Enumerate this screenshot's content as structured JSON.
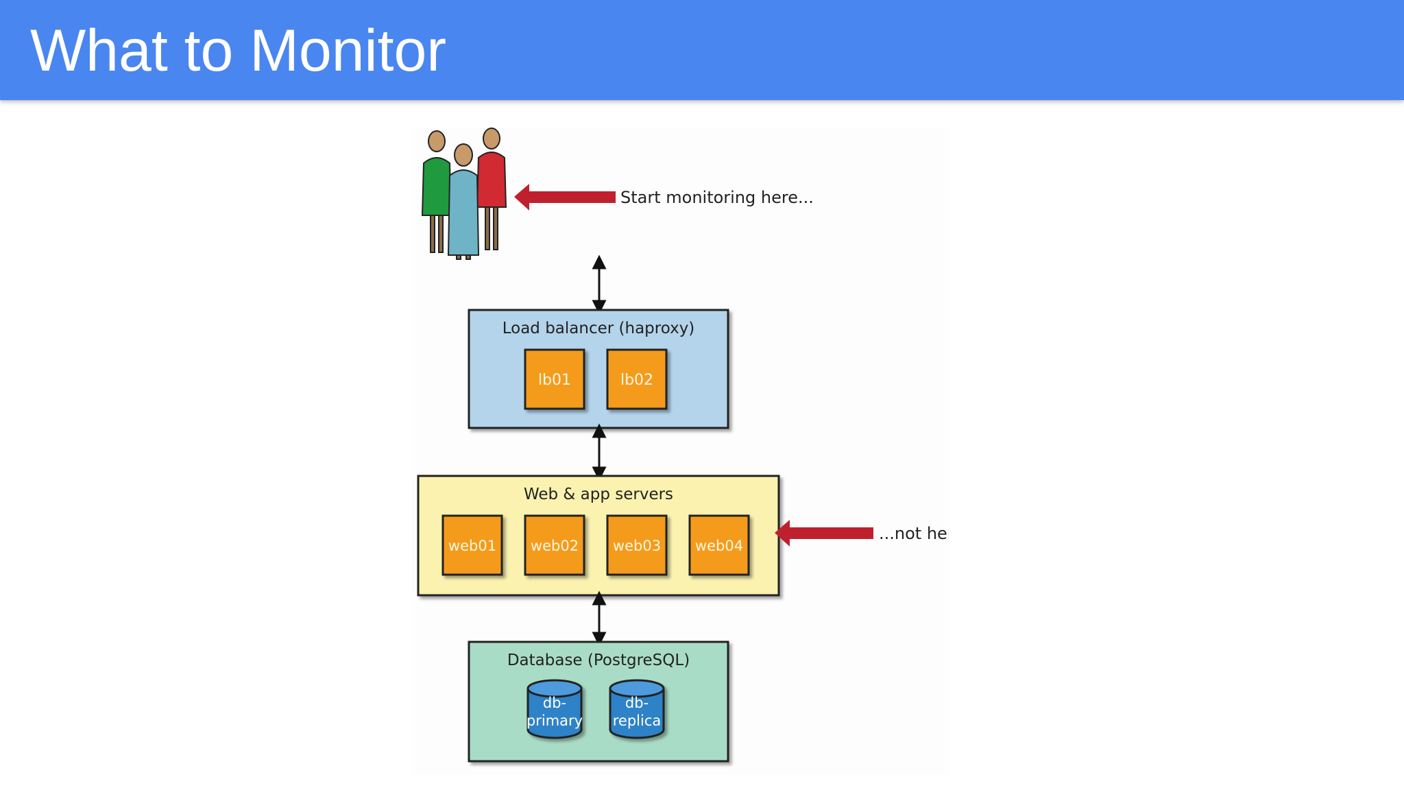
{
  "slide": {
    "title": "What to Monitor",
    "header_color": "#4a86f0"
  },
  "diagram": {
    "users_icon": "users-group-icon",
    "annotations": {
      "start": "Start monitoring here...",
      "not_here": "...not here."
    },
    "arrow_color": "#c0202e",
    "tiers": {
      "load_balancer": {
        "label": "Load balancer (haproxy)",
        "color": "#b3d4ea",
        "nodes": [
          "lb01",
          "lb02"
        ]
      },
      "web": {
        "label": "Web & app servers",
        "color": "#fbf2b0",
        "nodes": [
          "web01",
          "web02",
          "web03",
          "web04"
        ]
      },
      "database": {
        "label": "Database (PostgreSQL)",
        "color": "#a9dcc6",
        "nodes": [
          {
            "line1": "db-",
            "line2": "primary"
          },
          {
            "line1": "db-",
            "line2": "replica"
          }
        ]
      }
    },
    "node_color": "#f59b1a",
    "db_color": "#2f82c8"
  }
}
